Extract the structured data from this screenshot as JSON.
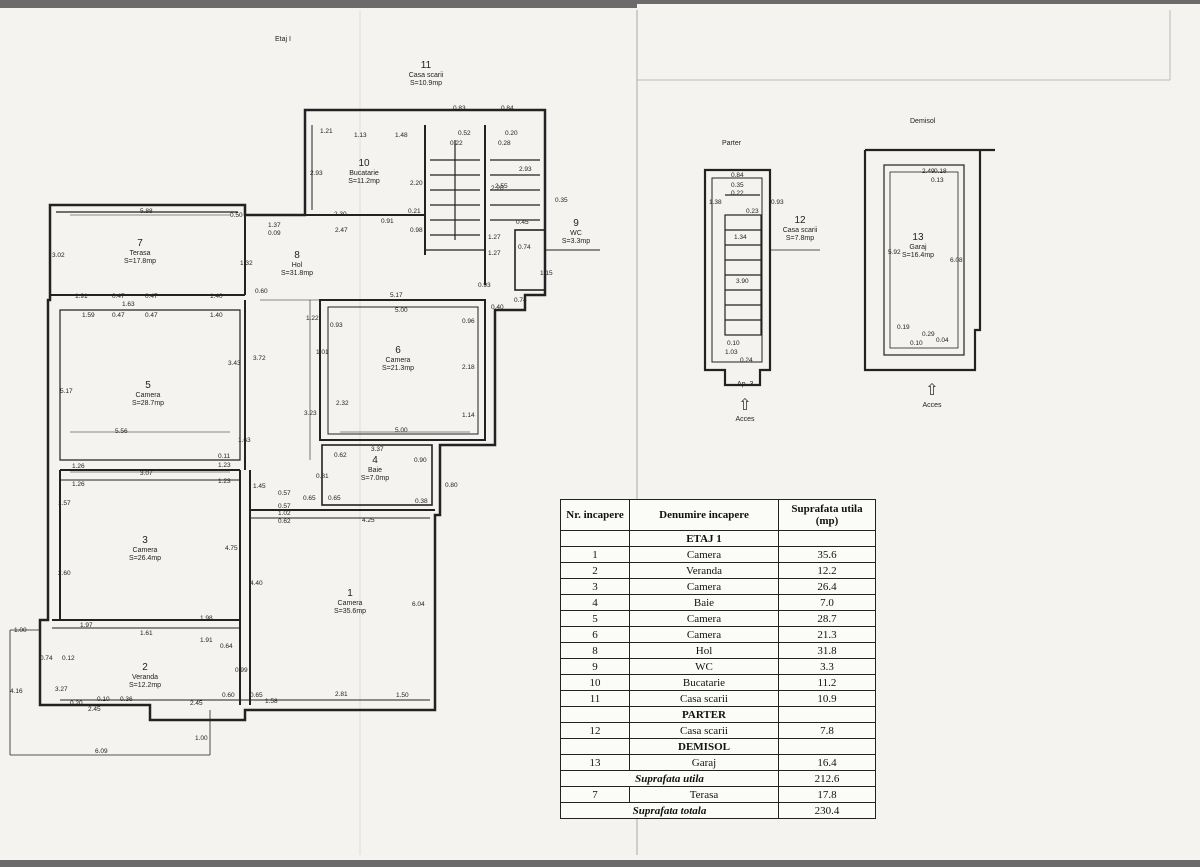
{
  "sheet_titles": {
    "etaj": "Etaj I",
    "parter": "Parter",
    "demisol": "Demisol"
  },
  "rooms": [
    {
      "id": "1",
      "name": "Camera",
      "area": "S=35.6mp"
    },
    {
      "id": "2",
      "name": "Veranda",
      "area": "S=12.2mp"
    },
    {
      "id": "3",
      "name": "Camera",
      "area": "S=26.4mp"
    },
    {
      "id": "4",
      "name": "Baie",
      "area": "S=7.0mp"
    },
    {
      "id": "5",
      "name": "Camera",
      "area": "S=28.7mp"
    },
    {
      "id": "6",
      "name": "Camera",
      "area": "S=21.3mp"
    },
    {
      "id": "7",
      "name": "Terasa",
      "area": "S=17.8mp"
    },
    {
      "id": "8",
      "name": "Hol",
      "area": "S=31.8mp"
    },
    {
      "id": "9",
      "name": "WC",
      "area": "S=3.3mp"
    },
    {
      "id": "10",
      "name": "Bucatarie",
      "area": "S=11.2mp"
    },
    {
      "id": "11",
      "name": "Casa scarii",
      "area": "S=10.9mp"
    },
    {
      "id": "12",
      "name": "Casa scarii",
      "area": "S=7.8mp"
    },
    {
      "id": "13",
      "name": "Garaj",
      "area": "S=16.4mp"
    }
  ],
  "dimensions": [
    "5.88",
    "3.02",
    "0.50",
    "1.37",
    "0.09",
    "1.32",
    "1.91",
    "0.47",
    "0.47",
    "1.63",
    "1.40",
    "0.60",
    "1.59",
    "0.47",
    "0.47",
    "1.40",
    "3.43",
    "3.72",
    "5.17",
    "5.56",
    "1.63",
    "1.26",
    "3.07",
    "0.11",
    "1.23",
    "1.23",
    "1.26",
    "1.45",
    "0.57",
    "0.57",
    "1.02",
    "0.62",
    "0.65",
    "0.65",
    "1.57",
    "4.75",
    "4.40",
    "2.60",
    "1.97",
    "1.61",
    "1.98",
    "1.91",
    "0.64",
    "1.00",
    "0.74",
    "0.12",
    "3.27",
    "0.20",
    "0.10",
    "0.36",
    "2.45",
    "2.45",
    "0.99",
    "0.60",
    "0.65",
    "1.58",
    "2.81",
    "1.50",
    "6.09",
    "4.16",
    "1.00",
    "1.22",
    "0.93",
    "5.17",
    "5.00",
    "0.96",
    "1.01",
    "2.18",
    "2.32",
    "3.23",
    "1.14",
    "5.00",
    "0.81",
    "0.62",
    "3.37",
    "0.90",
    "0.80",
    "0.38",
    "4.25",
    "6.04",
    "1.21",
    "1.13",
    "1.48",
    "0.52",
    "0.22",
    "0.20",
    "0.28",
    "0.83",
    "0.84",
    "2.93",
    "2.20",
    "2.20",
    "2.30",
    "0.91",
    "0.21",
    "0.98",
    "2.47",
    "2.93",
    "2.55",
    "0.35",
    "0.45",
    "1.27",
    "0.74",
    "1.27",
    "1.15",
    "0.93",
    "0.40",
    "0.74",
    "0.84",
    "0.35",
    "0.22",
    "1.38",
    "0.23",
    "0.93",
    "1.34",
    "3.90",
    "0.10",
    "1.03",
    "0.24",
    "2.49",
    "0.18",
    "0.13",
    "5.92",
    "6.08",
    "0.19",
    "0.29",
    "0.10",
    "0.04"
  ],
  "annotations": {
    "ap3": "Ap. 3",
    "acces": "Acces"
  },
  "table": {
    "headers": [
      "Nr. incapere",
      "Denumire incapere",
      "Suprafata utila (mp)"
    ],
    "sections": [
      {
        "title": "ETAJ 1",
        "rows": [
          [
            "1",
            "Camera",
            "35.6"
          ],
          [
            "2",
            "Veranda",
            "12.2"
          ],
          [
            "3",
            "Camera",
            "26.4"
          ],
          [
            "4",
            "Baie",
            "7.0"
          ],
          [
            "5",
            "Camera",
            "28.7"
          ],
          [
            "6",
            "Camera",
            "21.3"
          ],
          [
            "8",
            "Hol",
            "31.8"
          ],
          [
            "9",
            "WC",
            "3.3"
          ],
          [
            "10",
            "Bucatarie",
            "11.2"
          ],
          [
            "11",
            "Casa scarii",
            "10.9"
          ]
        ]
      },
      {
        "title": "PARTER",
        "rows": [
          [
            "12",
            "Casa scarii",
            "7.8"
          ]
        ]
      },
      {
        "title": "DEMISOL",
        "rows": [
          [
            "13",
            "Garaj",
            "16.4"
          ]
        ]
      }
    ],
    "totals": [
      {
        "label": "Suprafata utila",
        "number": "",
        "name": "",
        "value": "212.6"
      },
      {
        "label": "",
        "number": "7",
        "name": "Terasa",
        "value": "17.8"
      },
      {
        "label": "Suprafata totala",
        "number": "",
        "name": "",
        "value": "230.4"
      }
    ]
  },
  "colors": {
    "paper": "#f4f3ef",
    "background": "#6b6b6b",
    "ink": "#222222"
  }
}
